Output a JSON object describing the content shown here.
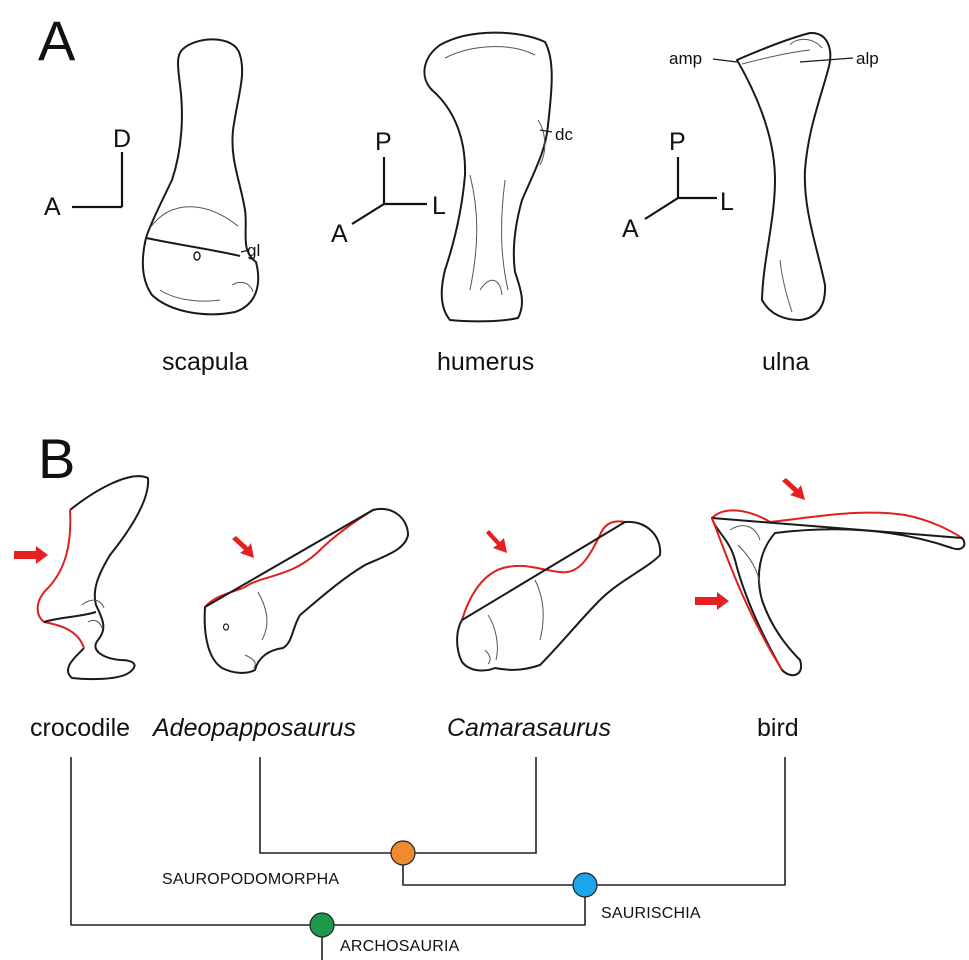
{
  "panels": {
    "a": "A",
    "b": "B"
  },
  "bones": {
    "scapula": "scapula",
    "humerus": "humerus",
    "ulna": "ulna"
  },
  "axes": {
    "scapula": {
      "vertical": "D",
      "horizontal": "A"
    },
    "humerus": {
      "vertical": "P",
      "diagonal": "A",
      "horizontal": "L"
    },
    "ulna": {
      "vertical": "P",
      "diagonal": "A",
      "horizontal": "L"
    }
  },
  "annotations": {
    "gl": "gl",
    "dc": "dc",
    "amp": "amp",
    "alp": "alp"
  },
  "taxa": {
    "crocodile": "crocodile",
    "adeopapposaurus": "Adeopapposaurus",
    "camarasaurus": "Camarasaurus",
    "bird": "bird"
  },
  "clades": {
    "sauropodomorpha": {
      "label": "SAUROPODOMORPHA",
      "color": "#f08a30"
    },
    "saurischia": {
      "label": "SAURISCHIA",
      "color": "#1aa6e8"
    },
    "archosauria": {
      "label": "ARCHOSAURIA",
      "color": "#1a9a4a"
    }
  },
  "colors": {
    "highlight": "#e02020",
    "outline": "#1a1a1a"
  }
}
